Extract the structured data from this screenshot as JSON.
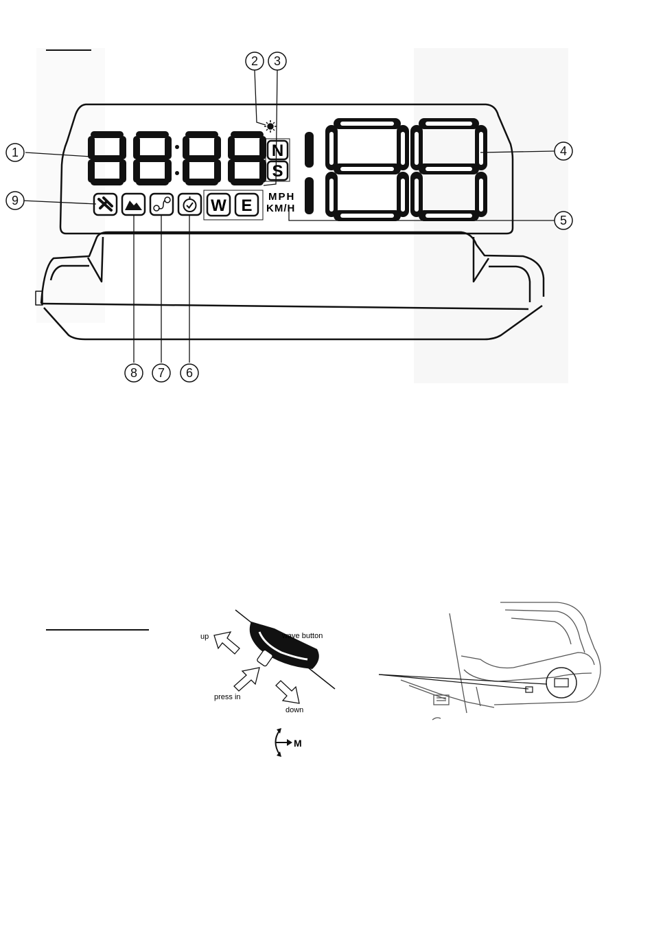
{
  "hud_diagram": {
    "callouts": [
      "1",
      "2",
      "3",
      "4",
      "5",
      "6",
      "7",
      "8",
      "9"
    ],
    "unit_mph": "MPH",
    "unit_kmh": "KM/H",
    "compass": {
      "n": "N",
      "s": "S",
      "w": "W",
      "e": "E"
    },
    "icons": [
      "no-gps-icon",
      "altitude-icon",
      "route-ab-icon",
      "timer-icon",
      "brightness-icon"
    ]
  },
  "button_diagram": {
    "up": "up",
    "wave_button": "wave button",
    "press_in": "press in",
    "down": "down",
    "m": "M"
  }
}
